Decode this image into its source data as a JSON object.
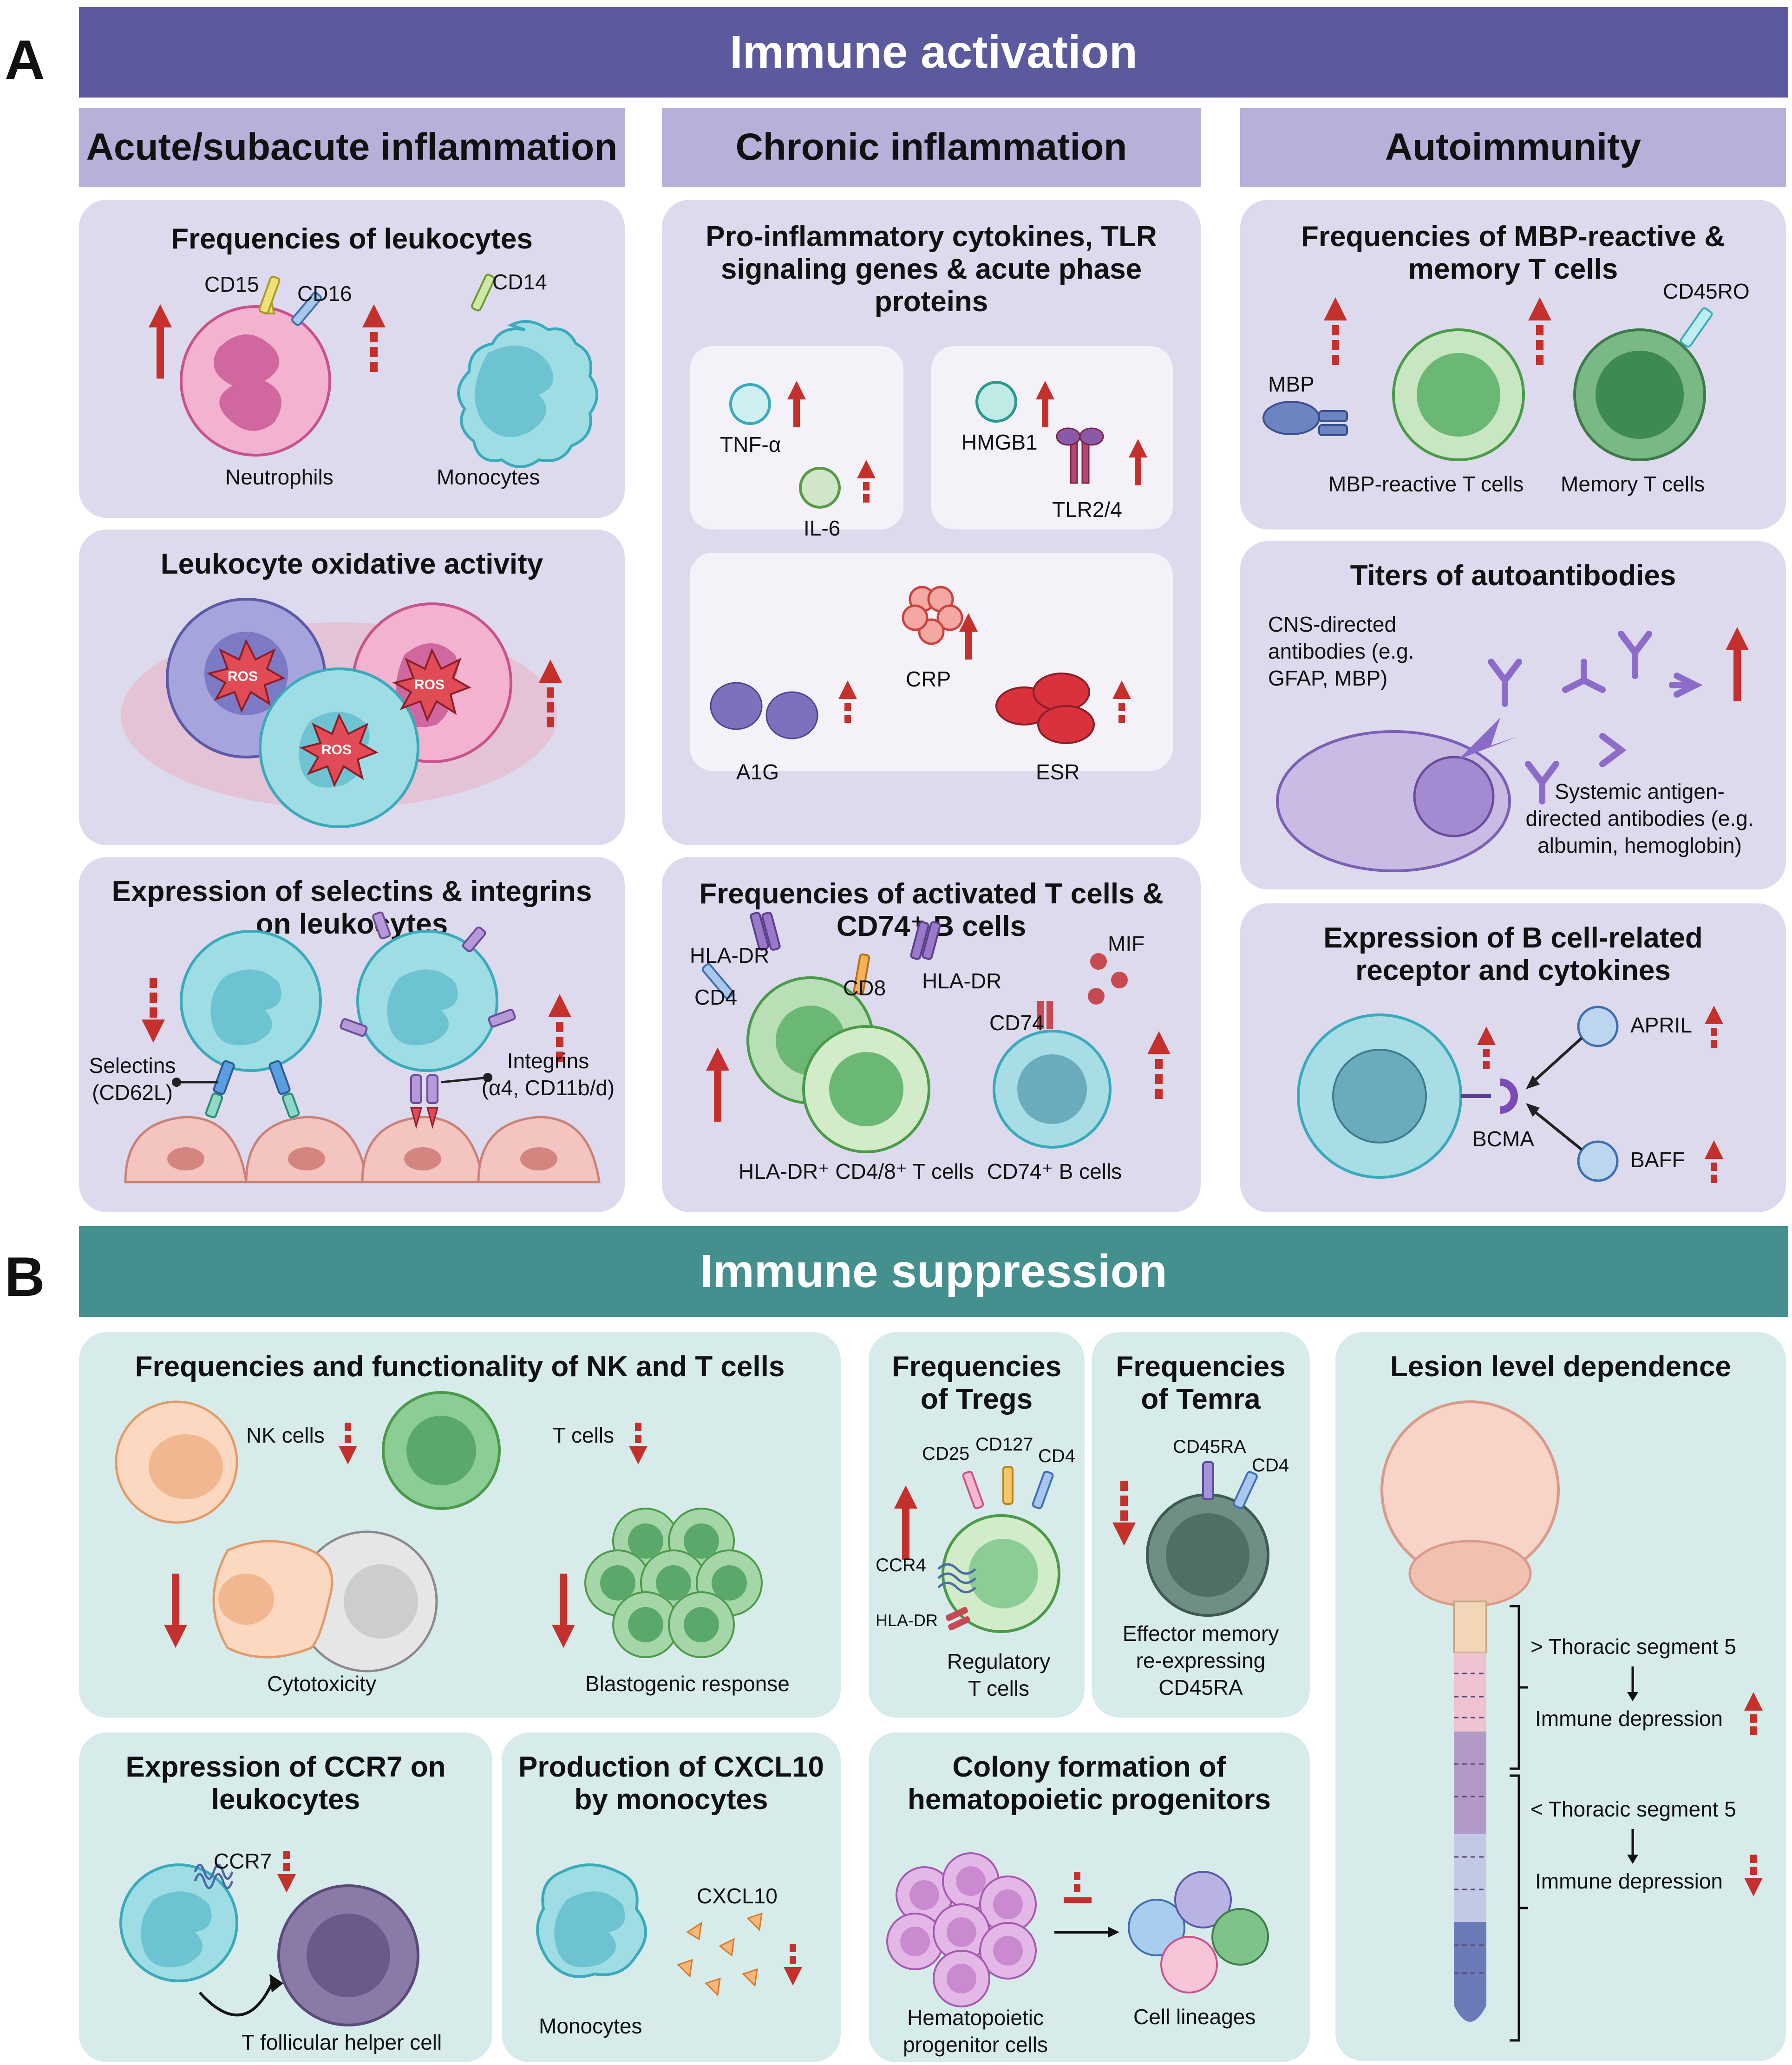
{
  "sectionA": {
    "letter": "A",
    "banner": "Immune activation",
    "color": "#5c5a9e",
    "columns": [
      "Acute/subacute inflammation",
      "Chronic inflammation",
      "Autoimmunity"
    ]
  },
  "sectionB": {
    "letter": "B",
    "banner": "Immune suppression",
    "color": "#43908e"
  },
  "panels": {
    "leukocyte_freq": {
      "title": "Frequencies of leukocytes",
      "neutrophils": "Neutrophils",
      "monocytes": "Monocytes",
      "cd15": "CD15",
      "cd16": "CD16",
      "cd14": "CD14"
    },
    "oxidative": {
      "title": "Leukocyte oxidative activity",
      "ros": "ROS"
    },
    "selectins": {
      "title": "Expression of selectins & integrins on leukocytes",
      "selectins_label": "Selectins\n(CD62L)",
      "integrins_label": "Integrins\n(α4, CD11b/d)"
    },
    "cytokines": {
      "title": "Pro-inflammatory cytokines, TLR signaling genes & acute phase proteins",
      "tnf": "TNF-α",
      "il6": "IL-6",
      "hmgb1": "HMGB1",
      "tlr": "TLR2/4",
      "crp": "CRP",
      "a1g": "A1G",
      "esr": "ESR"
    },
    "activated_t": {
      "title": "Frequencies of activated T cells & CD74⁺ B cells",
      "hla1": "HLA-DR",
      "hla2": "HLA-DR",
      "cd4": "CD4",
      "cd8": "CD8",
      "mif": "MIF",
      "cd74": "CD74",
      "t_label": "HLA-DR⁺ CD4/8⁺ T cells",
      "b_label": "CD74⁺ B cells"
    },
    "mbp": {
      "title": "Frequencies of MBP-reactive & memory T cells",
      "mbp": "MBP",
      "cd45ro": "CD45RO",
      "mbp_cells": "MBP-reactive T cells",
      "memory_cells": "Memory T cells"
    },
    "autoantibodies": {
      "title": "Titers of autoantibodies",
      "cns": "CNS-directed\nantibodies (e.g.\nGFAP, MBP)",
      "systemic": "Systemic antigen-\ndirected antibodies (e.g.\nalbumin, hemoglobin)"
    },
    "bcell": {
      "title": "Expression of B cell-related receptor and cytokines",
      "april": "APRIL",
      "baff": "BAFF",
      "bcma": "BCMA"
    },
    "nk_t": {
      "title": "Frequencies and functionality of NK and T cells",
      "nk": "NK cells",
      "t": "T cells",
      "cytotoxicity": "Cytotoxicity",
      "blasto": "Blastogenic response"
    },
    "tregs": {
      "title": "Frequencies\nof Tregs",
      "cd25": "CD25",
      "cd127": "CD127",
      "cd4": "CD4",
      "ccr4": "CCR4",
      "hla": "HLA-DR",
      "cells": "Regulatory\nT cells"
    },
    "temra": {
      "title": "Frequencies\nof Temra",
      "cd45ra": "CD45RA",
      "cd4": "CD4",
      "cells": "Effector memory\nre-expressing\nCD45RA"
    },
    "lesion": {
      "title": "Lesion level dependence",
      "upper": "> Thoracic segment 5",
      "upper_res": "Immune depression",
      "lower": "< Thoracic segment 5",
      "lower_res": "Immune depression"
    },
    "ccr7": {
      "title": "Expression of CCR7 on\nleukocytes",
      "ccr7": "CCR7",
      "tfh": "T follicular helper cell"
    },
    "cxcl10": {
      "title": "Production of CXCL10\nby monocytes",
      "cxcl10": "CXCL10",
      "monocytes": "Monocytes"
    },
    "colony": {
      "title": "Colony formation of\nhematopoietic progenitors",
      "progenitors": "Hematopoietic\nprogenitor cells",
      "lineages": "Cell lineages"
    }
  },
  "colors": {
    "arrow_red": "#c4302b",
    "panel_A": "#dedaee",
    "panel_B": "#d7ebeb",
    "header_A": "#b6b1d9"
  }
}
